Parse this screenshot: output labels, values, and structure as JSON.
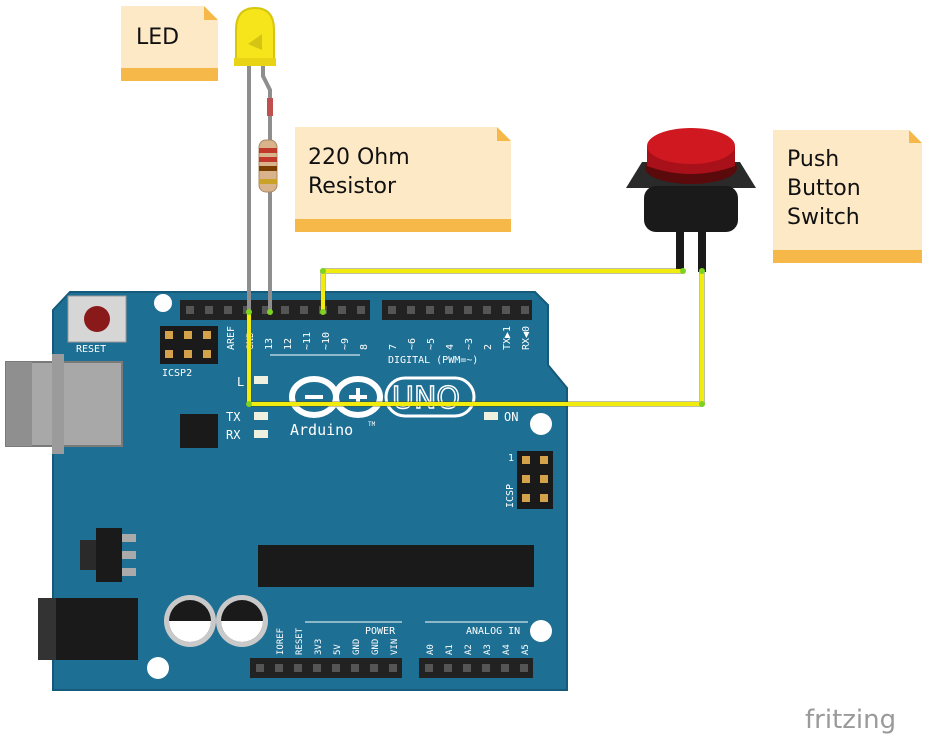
{
  "notes": {
    "led": "LED",
    "resistor_line1": "220 Ohm",
    "resistor_line2": "Resistor",
    "button_line1": "Push",
    "button_line2": "Button",
    "button_line3": "Switch"
  },
  "board": {
    "reset_label": "RESET",
    "icsp2_label": "ICSP2",
    "icsp_label": "ICSP",
    "icsp_pin1": "1",
    "led_l": "L",
    "tx": "TX",
    "rx": "RX",
    "on": "ON",
    "brand": "Arduino",
    "tm": "TM",
    "model": "UNO",
    "digital_label": "DIGITAL (PWM=~)",
    "power_label": "POWER",
    "analog_label": "ANALOG IN",
    "digital_pins_left": [
      "AREF",
      "GND",
      "13",
      "12",
      "~11",
      "~10",
      "~9",
      "8"
    ],
    "digital_pins_right": [
      "7",
      "~6",
      "~5",
      "4",
      "~3",
      "2",
      "TX▶1",
      "RX◀0"
    ],
    "power_pins": [
      "IOREF",
      "RESET",
      "3V3",
      "5V",
      "GND",
      "GND",
      "VIN"
    ],
    "analog_pins": [
      "A0",
      "A1",
      "A2",
      "A3",
      "A4",
      "A5"
    ]
  },
  "watermark": "fritzing",
  "colors": {
    "board": "#1e6f94",
    "wire": "#f2ec0e",
    "note": "#fde9c6",
    "note_bar": "#f7b84a",
    "button_cap": "#c8141c",
    "led": "#f5e51a"
  }
}
